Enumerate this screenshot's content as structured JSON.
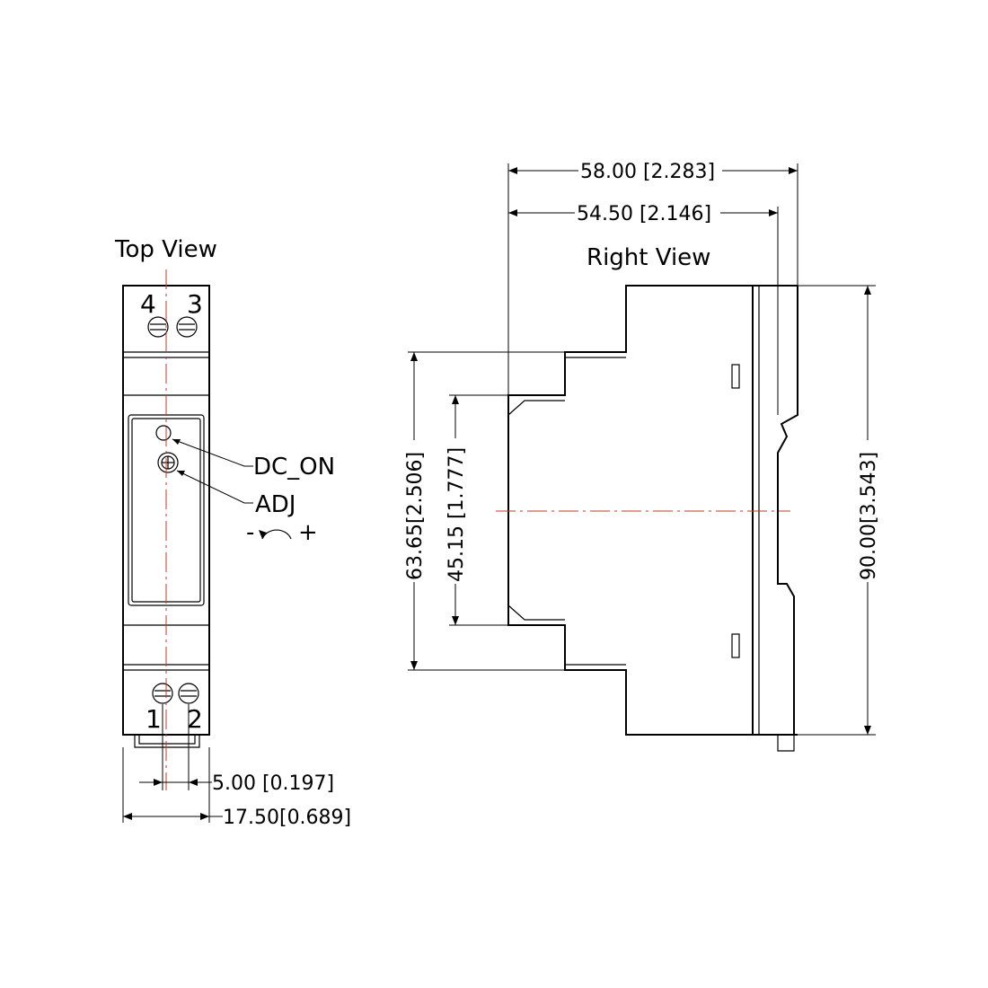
{
  "top_view": {
    "title": "Top View",
    "pins": {
      "p4": "4",
      "p3": "3",
      "p1": "1",
      "p2": "2"
    },
    "callouts": {
      "dc_on": "DC_ON",
      "adj": "ADJ",
      "minus": "-",
      "plus": "+"
    },
    "dims": {
      "pitch": "5.00 [0.197]",
      "width": "17.50[0.689]"
    }
  },
  "right_view": {
    "title": "Right View",
    "dims": {
      "depth_total": "58.00 [2.283]",
      "depth_body": "54.50 [2.146]",
      "height_step": "63.65[2.506]",
      "height_front": "45.15 [1.777]",
      "height_total": "90.00[3.543]"
    }
  },
  "colors": {
    "line": "#000000",
    "centerline": "#c0392b"
  }
}
